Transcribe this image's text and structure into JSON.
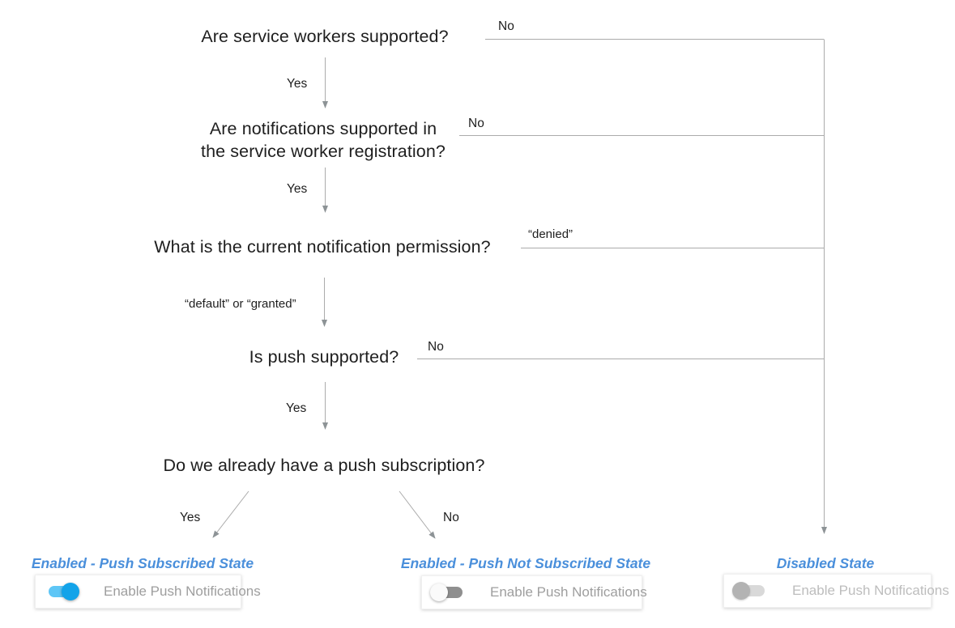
{
  "flow": {
    "questions": [
      {
        "id": "q1",
        "text": "Are service workers supported?"
      },
      {
        "id": "q2",
        "text": "Are notifications supported in the service worker registration?",
        "lines": [
          "Are notifications supported in",
          "the service worker registration?"
        ]
      },
      {
        "id": "q3",
        "text": "What is the current notification permission?"
      },
      {
        "id": "q4",
        "text": "Is push supported?"
      },
      {
        "id": "q5",
        "text": "Do we already have a push subscription?"
      }
    ],
    "edges": {
      "q1_yes": "Yes",
      "q1_no": "No",
      "q2_yes": "Yes",
      "q2_no": "No",
      "q3_denied": "“denied”",
      "q3_default": "“default” or “granted”",
      "q4_yes": "Yes",
      "q4_no": "No",
      "q5_yes": "Yes",
      "q5_no": "No"
    },
    "states": [
      {
        "label": "Enabled - Push Subscribed State",
        "toggle_state": "on",
        "toggle_label": "Enable Push Notifications"
      },
      {
        "label": "Enabled - Push Not Subscribed State",
        "toggle_state": "off",
        "toggle_label": "Enable Push Notifications"
      },
      {
        "label": "Disabled State",
        "toggle_state": "disabled",
        "toggle_label": "Enable Push Notifications"
      }
    ],
    "colors": {
      "question_text": "#1e1e1e",
      "connector_line": "#ababab",
      "arrowhead": "#8d9396",
      "state_label_blue": "#4a8fdb",
      "toggle_on_thumb": "#12a3e9",
      "toggle_on_track": "#5ec6f6",
      "toggle_off_thumb": "#fafafa",
      "toggle_off_track": "#8f8f8f",
      "toggle_disabled_thumb": "#b3b3b3",
      "toggle_disabled_track": "#d9d9d9",
      "card_label_gray": "#9e9e9e",
      "card_label_disabled": "#bdbdbd"
    }
  }
}
